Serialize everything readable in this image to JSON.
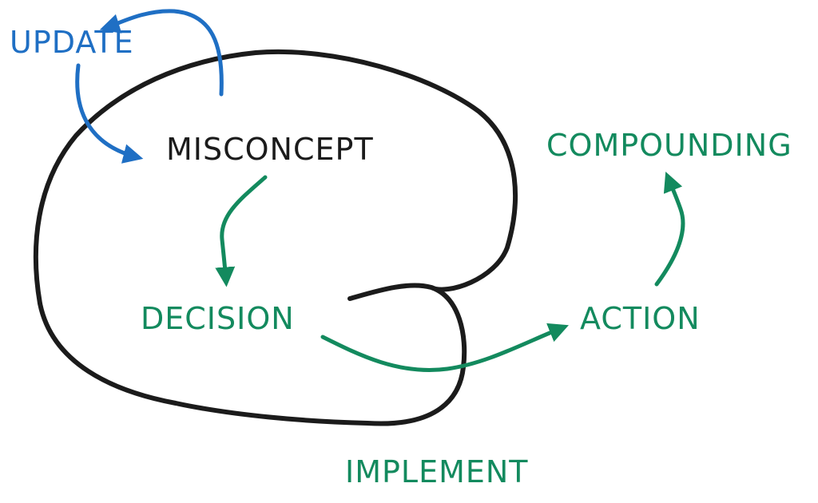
{
  "labels": {
    "update": "UPDATE",
    "misconcept": "MISCONCEPT",
    "decision": "DECISION",
    "action": "ACTION",
    "compounding": "COMPOUNDING",
    "implement": "IMPLEMENT"
  },
  "colors": {
    "blue": "#1f6fc4",
    "green": "#138a5e",
    "black": "#1b1b1b",
    "background": "#ffffff"
  }
}
